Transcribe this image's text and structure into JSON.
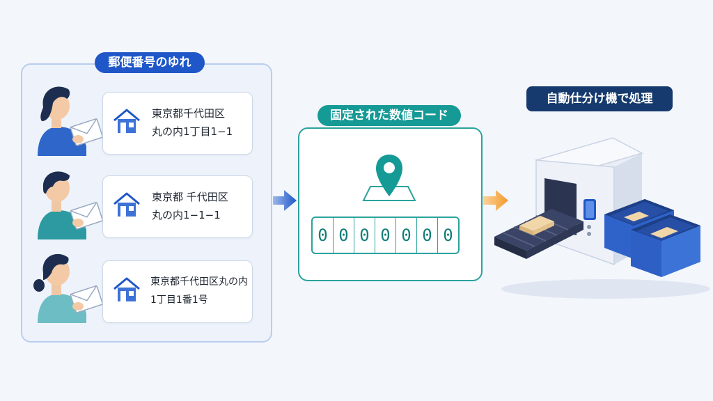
{
  "left_section": {
    "label": "郵便番号のゆれ",
    "cards": [
      {
        "line1": "東京都千代田区",
        "line2": "丸の内1丁目1−1"
      },
      {
        "line1": "東京都 千代田区",
        "line2": "丸の内1−1−1"
      },
      {
        "line1": "東京都千代田区丸の内",
        "line2": "1丁目1番1号"
      }
    ]
  },
  "middle_section": {
    "label": "固定された数値コード",
    "code_digits": [
      "0",
      "0",
      "0",
      "0",
      "0",
      "0",
      "0"
    ]
  },
  "right_section": {
    "label": "自動仕分け機で処理"
  },
  "colors": {
    "blue": "#1f57c8",
    "teal": "#159a96",
    "navy": "#163a6e",
    "orange_arrow": "#f39a2b"
  }
}
